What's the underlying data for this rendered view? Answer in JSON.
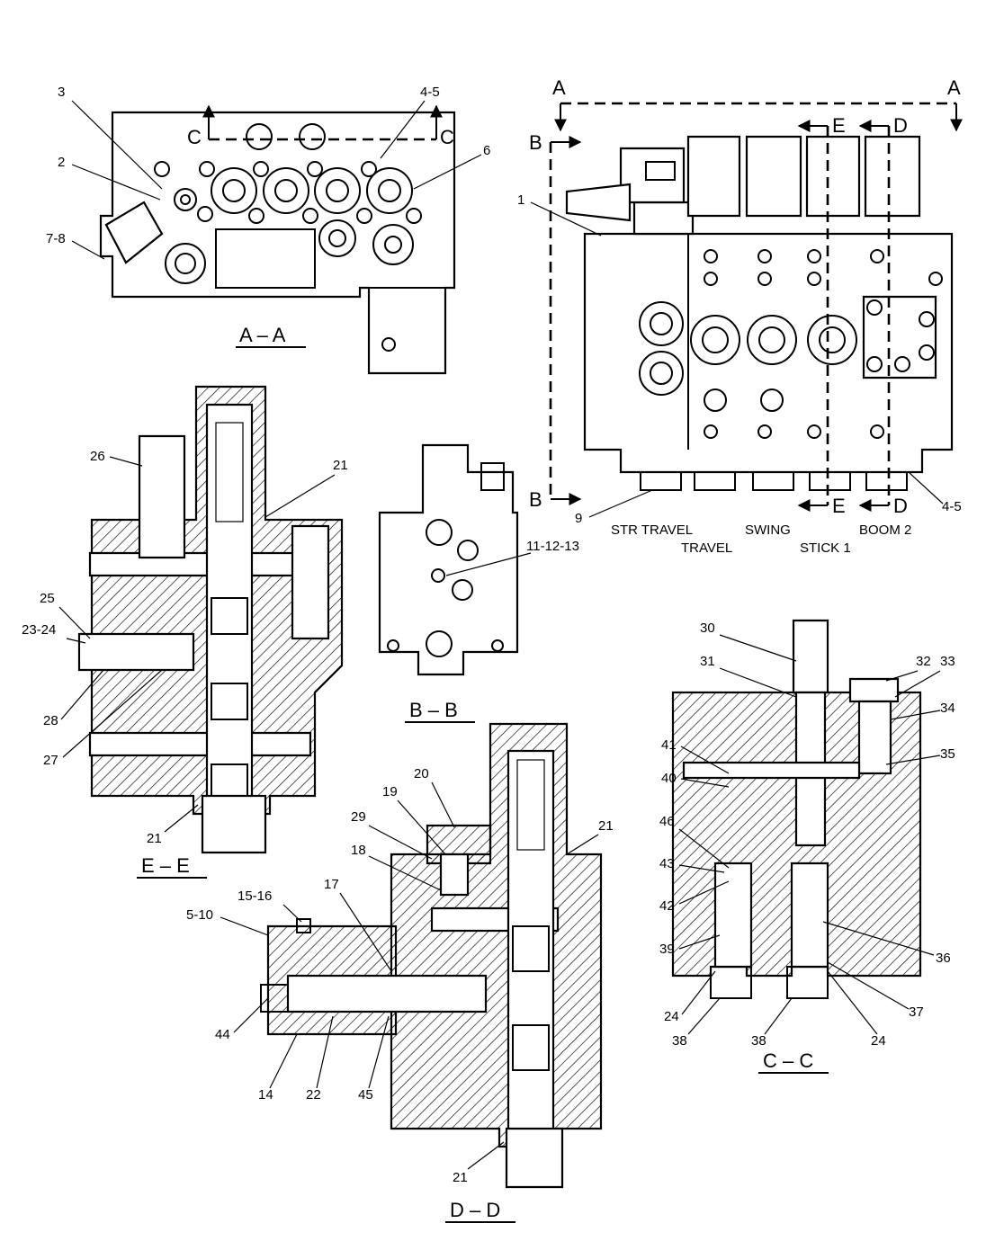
{
  "views": {
    "aa": {
      "title": "A – A"
    },
    "bb": {
      "title": "B – B"
    },
    "cc": {
      "title": "C – C"
    },
    "dd": {
      "title": "D – D"
    },
    "ee": {
      "title": "E – E"
    }
  },
  "section_marks": {
    "a_left": "A",
    "a_right": "A",
    "b_top": "B",
    "b_bottom": "B",
    "c_left": "C",
    "c_right": "C",
    "d_top": "D",
    "d_bottom": "D",
    "e_top": "E",
    "e_bottom": "E"
  },
  "spool_labels": {
    "str_travel": "STR TRAVEL",
    "travel": "TRAVEL",
    "swing": "SWING",
    "stick1": "STICK 1",
    "boom2": "BOOM 2"
  },
  "callouts": {
    "aa_3": "3",
    "aa_2": "2",
    "aa_7_8": "7-8",
    "aa_4_5": "4-5",
    "aa_6": "6",
    "main_1": "1",
    "main_9": "9",
    "main_4_5": "4-5",
    "bb_11_12_13": "11-12-13",
    "ee_26": "26",
    "ee_21_top": "21",
    "ee_25": "25",
    "ee_23_24": "23-24",
    "ee_28": "28",
    "ee_27": "27",
    "ee_21_bottom": "21",
    "dd_20": "20",
    "dd_19": "19",
    "dd_29": "29",
    "dd_18": "18",
    "dd_21_top": "21",
    "dd_17": "17",
    "dd_15_16": "15-16",
    "dd_5_10": "5-10",
    "dd_44": "44",
    "dd_14": "14",
    "dd_22": "22",
    "dd_45": "45",
    "dd_21_bottom": "21",
    "cc_30": "30",
    "cc_31": "31",
    "cc_32": "32",
    "cc_33": "33",
    "cc_34": "34",
    "cc_35": "35",
    "cc_41": "41",
    "cc_40": "40",
    "cc_46": "46",
    "cc_43": "43",
    "cc_42": "42",
    "cc_39": "39",
    "cc_36": "36",
    "cc_37": "37",
    "cc_24_left": "24",
    "cc_38_left": "38",
    "cc_38_right": "38",
    "cc_24_right": "24"
  }
}
